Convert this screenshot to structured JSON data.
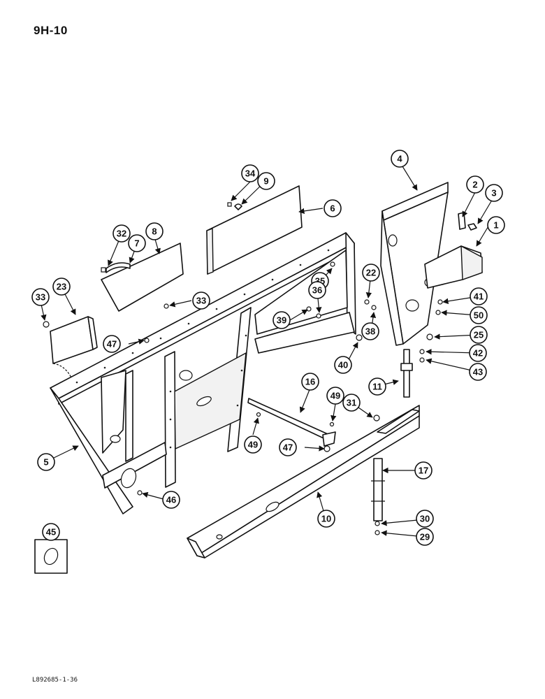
{
  "header": {
    "page_code": "9H-10"
  },
  "footer": {
    "figure_ref": "L892685-1-36"
  },
  "callouts": [
    "1",
    "2",
    "3",
    "4",
    "5",
    "6",
    "7",
    "8",
    "9",
    "10",
    "11",
    "16",
    "17",
    "22",
    "23",
    "25",
    "29",
    "30",
    "31",
    "32",
    "33",
    "33",
    "34",
    "35",
    "36",
    "38",
    "39",
    "40",
    "41",
    "42",
    "43",
    "45",
    "46",
    "47",
    "47",
    "49",
    "49",
    "50"
  ]
}
